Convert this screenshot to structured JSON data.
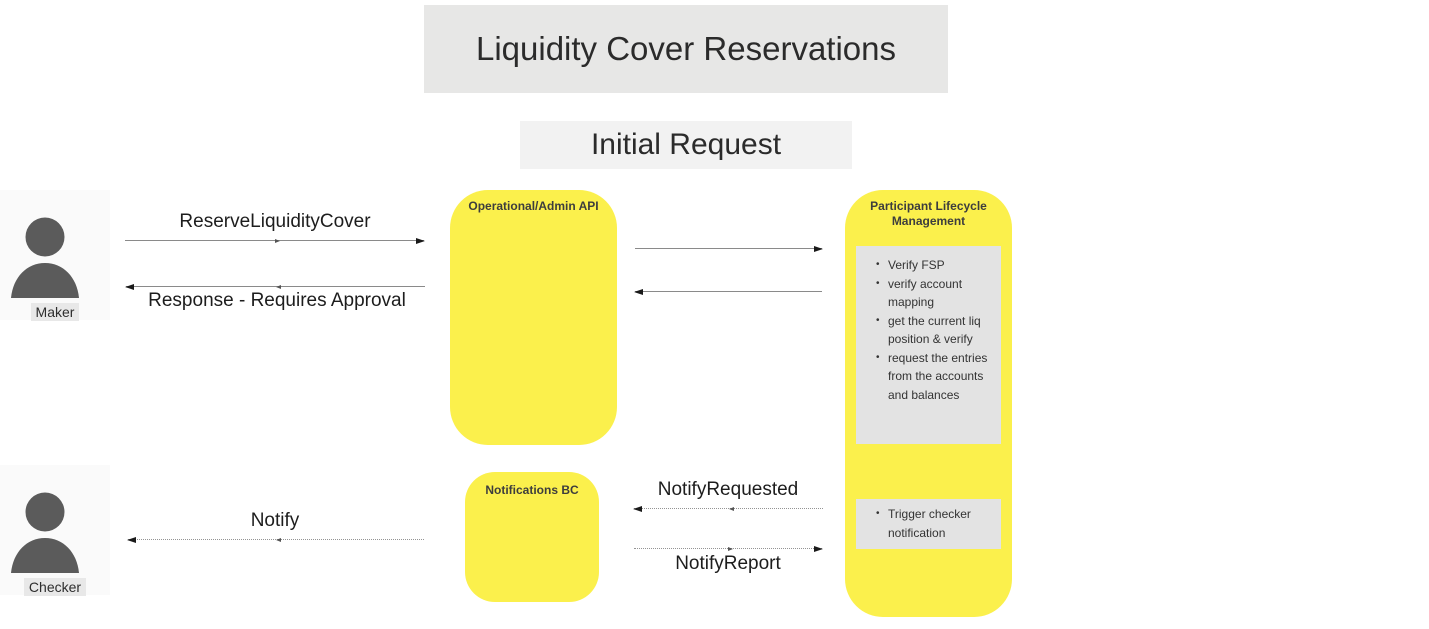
{
  "header": {
    "title": "Liquidity Cover Reservations",
    "subtitle": "Initial Request"
  },
  "actors": {
    "maker": {
      "label": "Maker",
      "icon": "person-icon"
    },
    "checker": {
      "label": "Checker",
      "icon": "person-icon"
    }
  },
  "boxes": {
    "api": {
      "title": "Operational/Admin API"
    },
    "plm": {
      "title": "Participant Lifecycle Management",
      "validation_tasks": [
        "Verify FSP",
        "verify account mapping",
        "get the current liq position & verify",
        "request the entries from the accounts and balances"
      ],
      "notification_tasks": [
        "Trigger checker notification"
      ]
    },
    "notifications": {
      "title": "Notifications BC"
    }
  },
  "messages": {
    "reserve": "ReserveLiquidityCover",
    "response": "Response - Requires Approval",
    "notify": "Notify",
    "notify_requested": "NotifyRequested",
    "notify_report": "NotifyReport"
  },
  "colors": {
    "accent_yellow": "#fbf04c",
    "header_gray": "#e7e7e6",
    "subtitle_gray": "#f2f2f2",
    "panel_gray": "#e3e3e3",
    "actor_bg": "#fafafa",
    "label_highlight": "#e8e8e8",
    "person_icon": "#5b5b5b"
  }
}
